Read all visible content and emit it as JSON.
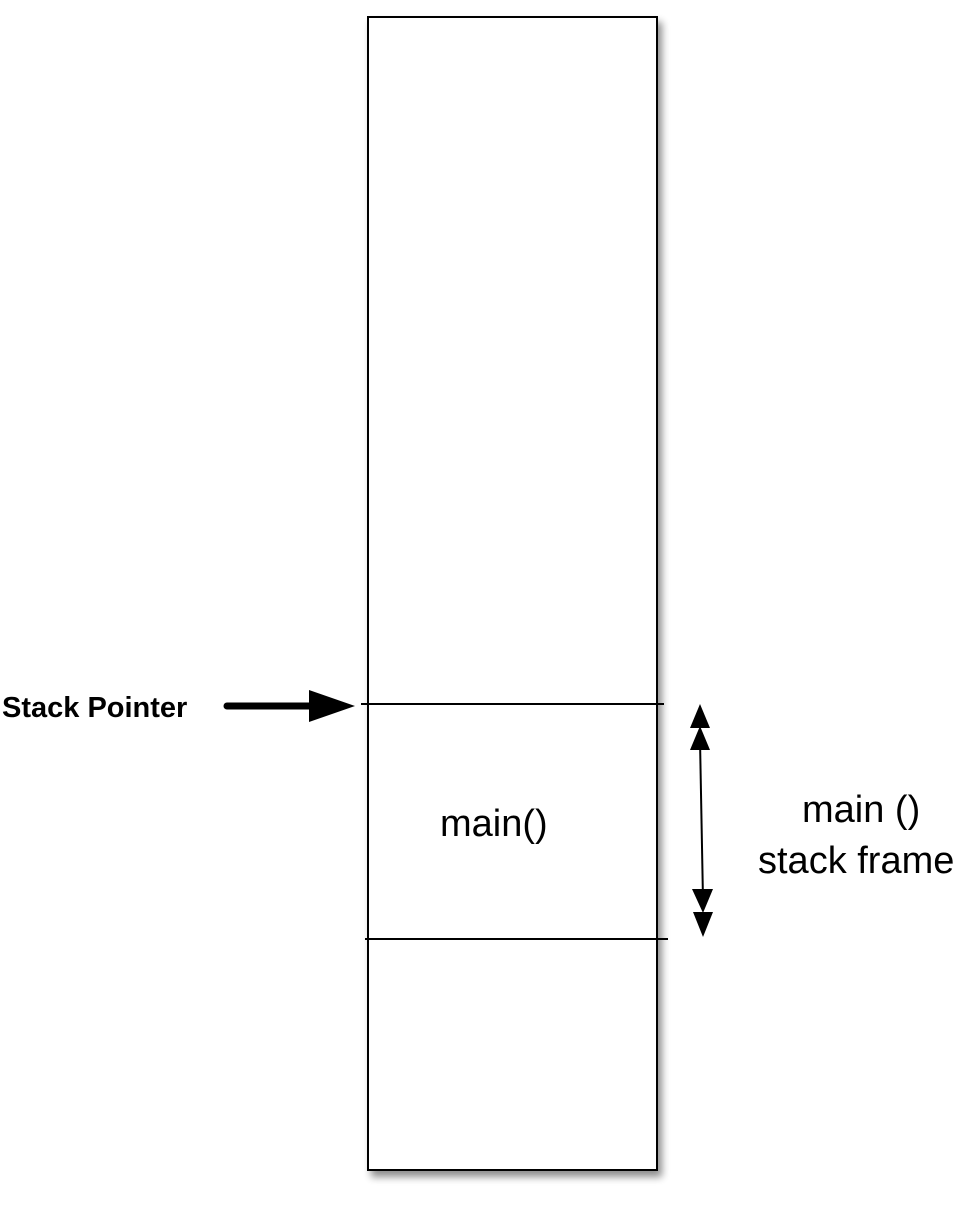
{
  "stack_pointer_label": "Stack Pointer",
  "frame_label": "main()",
  "frame_annotation": {
    "line1": "main ()",
    "line2": "stack frame"
  },
  "colors": {
    "stroke": "#000000",
    "background": "#ffffff",
    "shadow": "#bfbfbf"
  }
}
